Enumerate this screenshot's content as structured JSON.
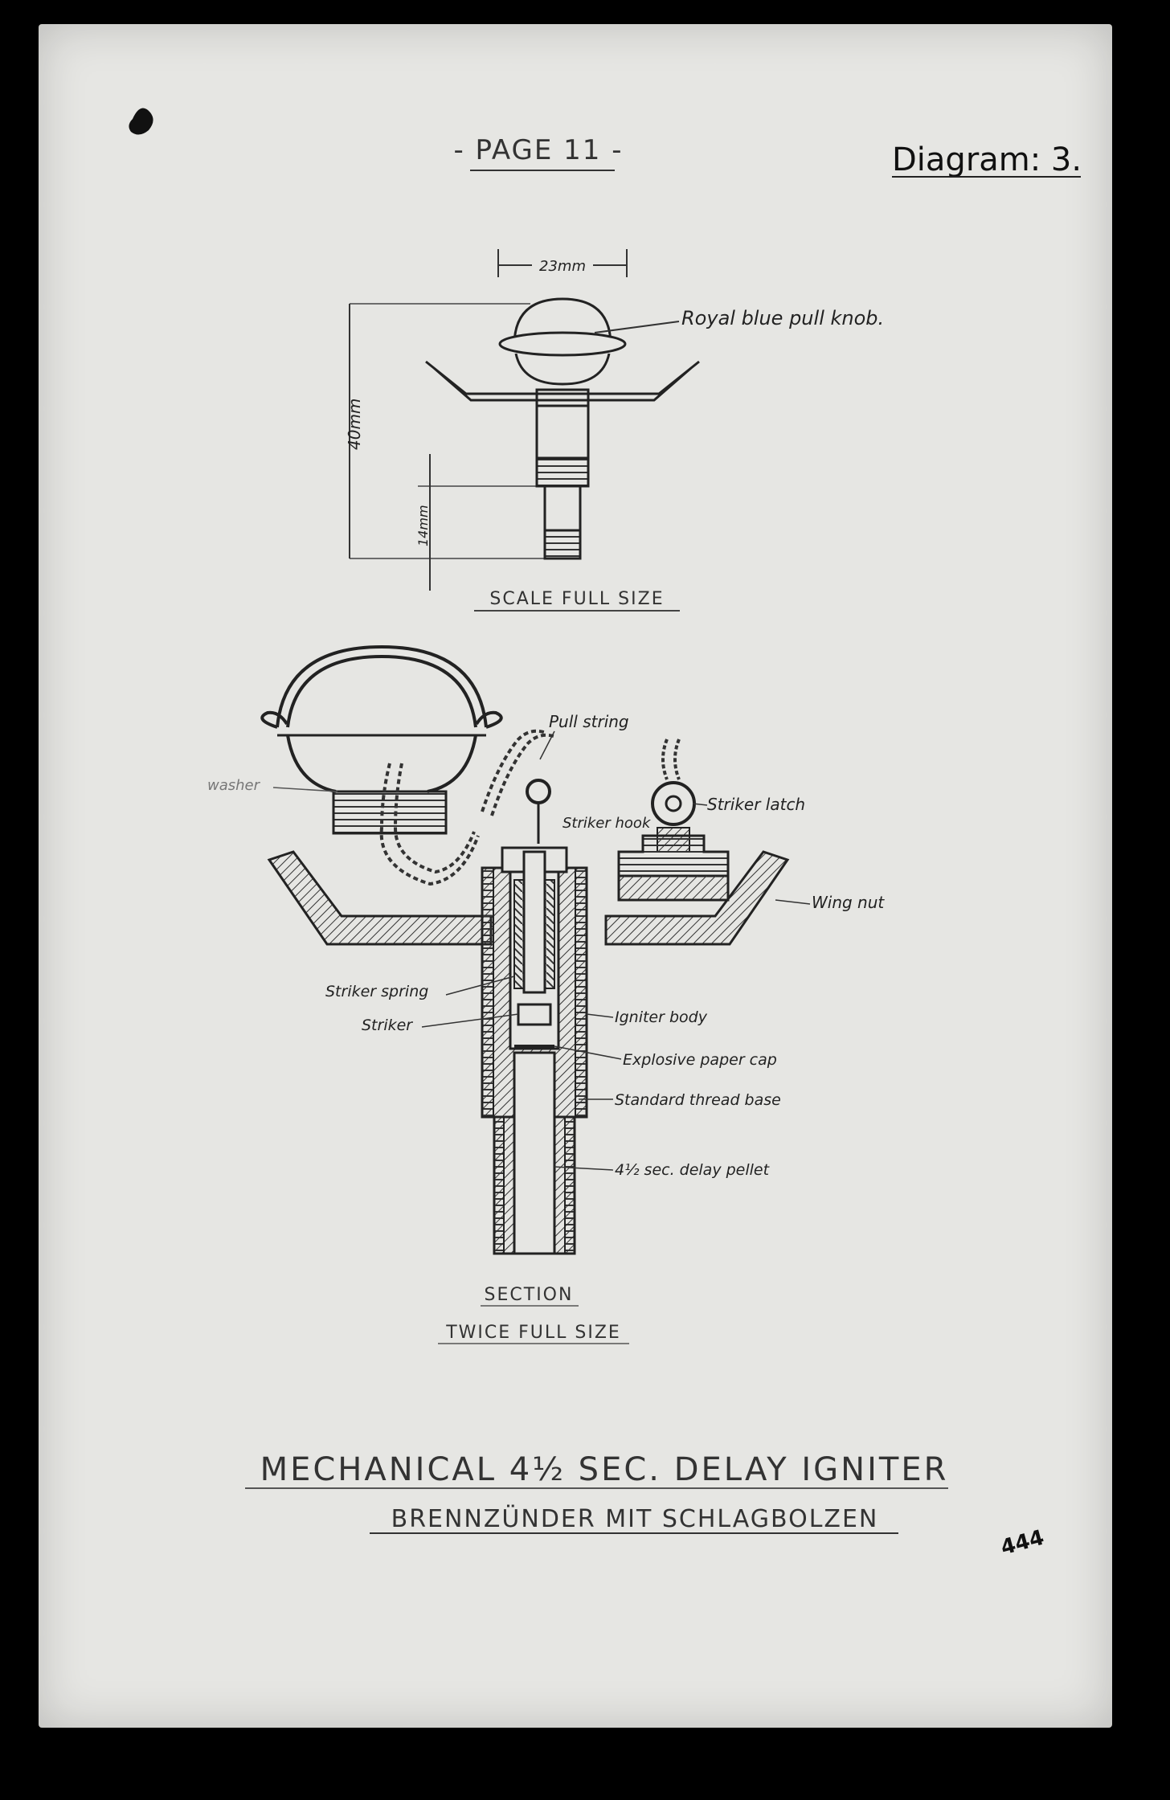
{
  "header": {
    "page_label": "- PAGE 11 -",
    "diagram_label": "Diagram: 3."
  },
  "top_view": {
    "width_dim": "23mm",
    "height_dim": "40mm",
    "thread_dim": "14mm",
    "knob_label": "Royal blue pull knob.",
    "scale_caption": "SCALE FULL SIZE"
  },
  "section_view": {
    "labels": {
      "washer": "washer",
      "pull_string": "Pull string",
      "striker_hook": "Striker hook",
      "striker_latch": "Striker latch",
      "wing_nut": "Wing nut",
      "striker_spring": "Striker spring",
      "striker": "Striker",
      "igniter_body": "Igniter body",
      "explosive_cap": "Explosive paper cap",
      "thread_base": "Standard thread base",
      "delay_pellet": "4½ sec. delay pellet"
    },
    "caption_line1": "SECTION",
    "caption_line2": "TWICE FULL SIZE"
  },
  "title": {
    "main": "MECHANICAL 4½ SEC. DELAY IGNITER",
    "sub": "BRENNZÜNDER MIT SCHLAGBOLZEN"
  },
  "stamp": "444"
}
